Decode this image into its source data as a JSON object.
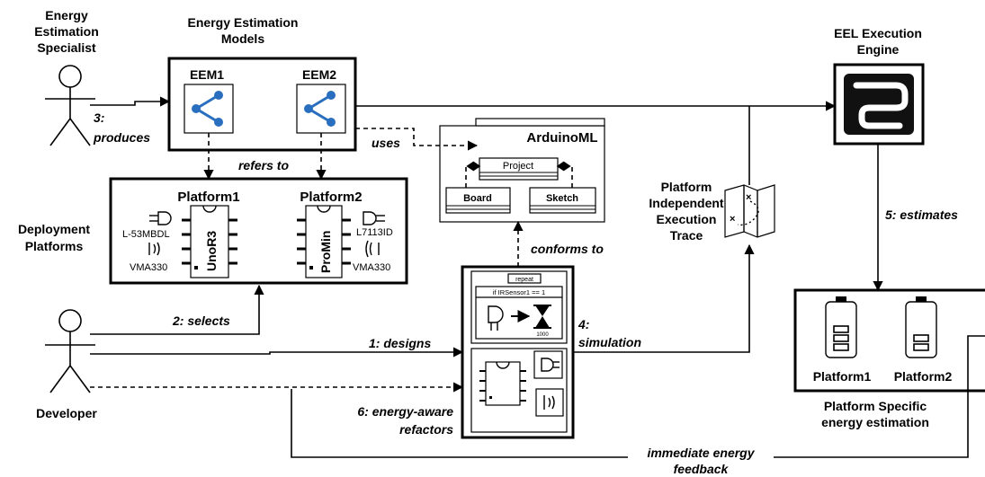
{
  "actors": {
    "specialist": [
      "Energy",
      "Estimation",
      "Specialist"
    ],
    "developer": "Developer"
  },
  "eem": {
    "title": [
      "Energy Estimation",
      "Models"
    ],
    "eem1": "EEM1",
    "eem2": "EEM2"
  },
  "eel": {
    "title": [
      "EEL Execution",
      "Engine"
    ]
  },
  "arduinoml": {
    "title": "ArduinoML",
    "project": "Project",
    "board": "Board",
    "sketch": "Sketch"
  },
  "platforms": {
    "title": [
      "Deployment",
      "Platforms"
    ],
    "p1": "Platform1",
    "p2": "Platform2",
    "chip1": "UnoR3",
    "chip2": "ProMin",
    "left_top": "L-53MBDL",
    "left_bottom": "VMA330",
    "right_top": "L7113ID",
    "right_bottom": "VMA330"
  },
  "trace": {
    "title": [
      "Platform",
      "Independent",
      "Execution",
      "Trace"
    ]
  },
  "estimation": {
    "p1": "Platform1",
    "p2": "Platform2",
    "title": [
      "Platform Specific",
      "energy estimation"
    ]
  },
  "sketch_block": {
    "repeat": "repeat",
    "condition": "if IRSensor1 == 1",
    "delay": "1000"
  },
  "edges": {
    "produces": [
      "3:",
      "produces"
    ],
    "uses": "uses",
    "refers_to": "refers to",
    "conforms_to": "conforms to",
    "estimates": "5: estimates",
    "selects": "2: selects",
    "designs": "1: designs",
    "simulation": [
      "4:",
      "simulation"
    ],
    "refactors": [
      "6: energy-aware",
      "refactors"
    ],
    "feedback": [
      "immediate energy",
      "feedback"
    ]
  }
}
